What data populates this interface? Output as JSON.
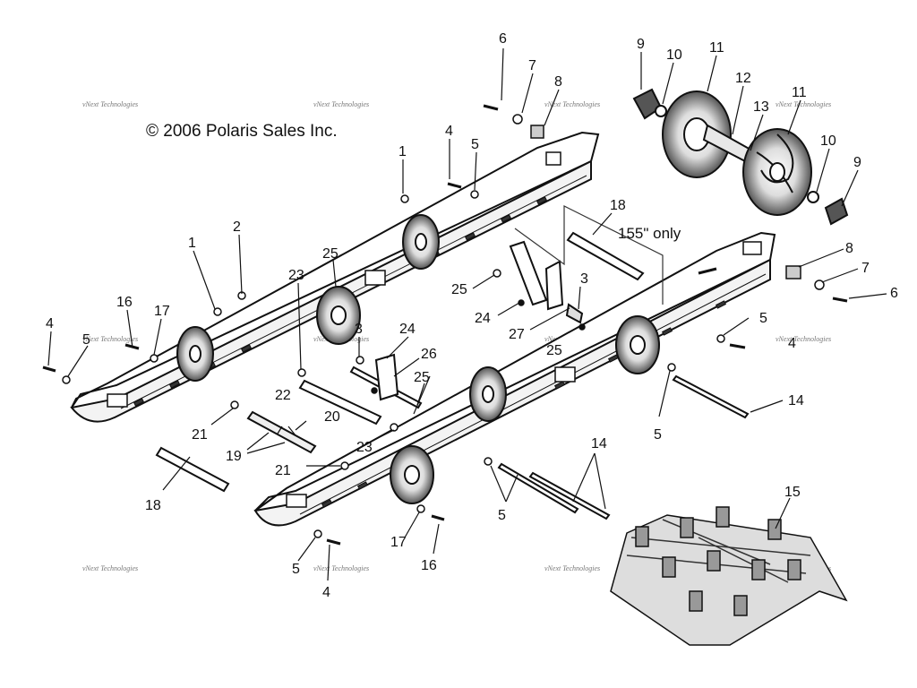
{
  "copyright": "© 2006 Polaris Sales Inc.",
  "note_155": "155\" only",
  "watermark": "vNext Technologies",
  "callouts": [
    {
      "id": "c6a",
      "label": "6"
    },
    {
      "id": "c7a",
      "label": "7"
    },
    {
      "id": "c8a",
      "label": "8"
    },
    {
      "id": "c9a",
      "label": "9"
    },
    {
      "id": "c10a",
      "label": "10"
    },
    {
      "id": "c11a",
      "label": "11"
    },
    {
      "id": "c12",
      "label": "12"
    },
    {
      "id": "c13",
      "label": "13"
    },
    {
      "id": "c11b",
      "label": "11"
    },
    {
      "id": "c10b",
      "label": "10"
    },
    {
      "id": "c9b",
      "label": "9"
    },
    {
      "id": "c1a",
      "label": "1"
    },
    {
      "id": "c4a",
      "label": "4"
    },
    {
      "id": "c5a",
      "label": "5"
    },
    {
      "id": "c18a",
      "label": "18"
    },
    {
      "id": "c8b",
      "label": "8"
    },
    {
      "id": "c7b",
      "label": "7"
    },
    {
      "id": "c6b",
      "label": "6"
    },
    {
      "id": "c2",
      "label": "2"
    },
    {
      "id": "c1b",
      "label": "1"
    },
    {
      "id": "c25a",
      "label": "25"
    },
    {
      "id": "c23a",
      "label": "23"
    },
    {
      "id": "c16a",
      "label": "16"
    },
    {
      "id": "c17a",
      "label": "17"
    },
    {
      "id": "c4b",
      "label": "4"
    },
    {
      "id": "c5b",
      "label": "5"
    },
    {
      "id": "c25b",
      "label": "25"
    },
    {
      "id": "c3a",
      "label": "3"
    },
    {
      "id": "c24a",
      "label": "24"
    },
    {
      "id": "c27",
      "label": "27"
    },
    {
      "id": "c5c",
      "label": "5"
    },
    {
      "id": "c4c",
      "label": "4"
    },
    {
      "id": "c3b",
      "label": "3"
    },
    {
      "id": "c24b",
      "label": "24"
    },
    {
      "id": "c26",
      "label": "26"
    },
    {
      "id": "c25c",
      "label": "25"
    },
    {
      "id": "c25d",
      "label": "25"
    },
    {
      "id": "c22",
      "label": "22"
    },
    {
      "id": "c20",
      "label": "20"
    },
    {
      "id": "c21a",
      "label": "21"
    },
    {
      "id": "c19",
      "label": "19"
    },
    {
      "id": "c23b",
      "label": "23"
    },
    {
      "id": "c14a",
      "label": "14"
    },
    {
      "id": "c5d",
      "label": "5"
    },
    {
      "id": "c21b",
      "label": "21"
    },
    {
      "id": "c14b",
      "label": "14"
    },
    {
      "id": "c18b",
      "label": "18"
    },
    {
      "id": "c5e",
      "label": "5"
    },
    {
      "id": "c15",
      "label": "15"
    },
    {
      "id": "c17b",
      "label": "17"
    },
    {
      "id": "c16b",
      "label": "16"
    },
    {
      "id": "c5f",
      "label": "5"
    },
    {
      "id": "c4d",
      "label": "4"
    }
  ]
}
